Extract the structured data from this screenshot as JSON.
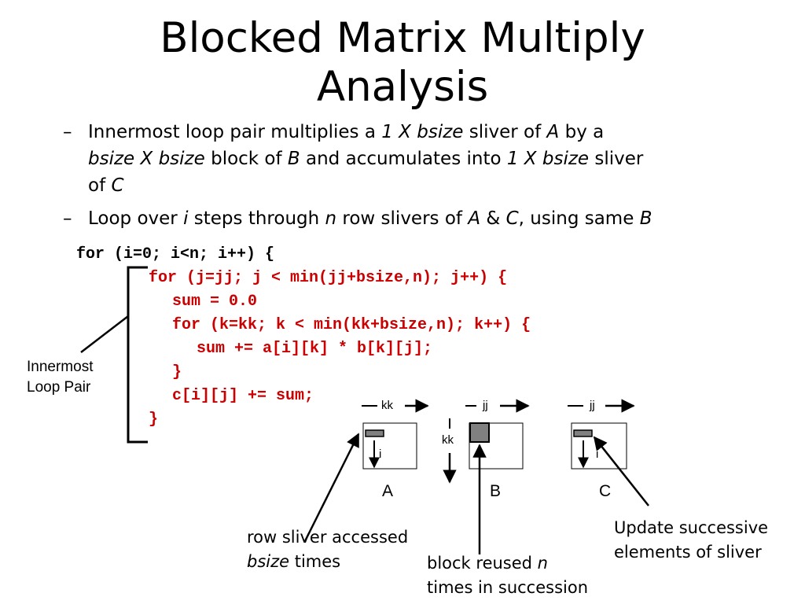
{
  "title": {
    "line1": "Blocked Matrix Multiply",
    "line2": "Analysis"
  },
  "bullets": [
    {
      "dash": "–",
      "line1": [
        "Innermost loop pair multiplies a ",
        "1 X bsize",
        " sliver of ",
        "A",
        " by a"
      ],
      "line2": [
        "bsize X bsize",
        " block of ",
        "B",
        " and accumulates into ",
        "1 X bsize",
        " sliver"
      ],
      "line3": [
        "of ",
        "C"
      ]
    },
    {
      "dash": "–",
      "line1": [
        "Loop over ",
        "i",
        " steps through ",
        "n",
        " row slivers of ",
        "A",
        " & ",
        "C",
        ", using same ",
        "B"
      ]
    }
  ],
  "code": {
    "lines": [
      "for (i=0; i<n; i++) {",
      "for (j=jj; j < min(jj+bsize,n); j++) {",
      "sum = 0.0",
      "for (k=kk; k < min(kk+bsize,n); k++) {",
      "sum += a[i][k] * b[k][j];",
      "}",
      "c[i][j] += sum;",
      "}"
    ]
  },
  "bracket_label": {
    "line1": "Innermost",
    "line2": "Loop Pair"
  },
  "matrices": {
    "a": {
      "name": "A",
      "col_label": "kk",
      "row_label": "i"
    },
    "b": {
      "name": "B",
      "col_label": "jj",
      "row_label": "kk"
    },
    "c": {
      "name": "C",
      "col_label": "jj",
      "row_label": "i"
    }
  },
  "annotations": {
    "row_sliver": {
      "line1": "row sliver accessed",
      "line2_em": "bsize",
      "line2_rest": " times"
    },
    "block_reused": {
      "line1_rest": "block reused ",
      "line1_em": "n",
      "line2": "times in succession"
    },
    "update": {
      "line1": "Update successive",
      "line2": "elements of sliver"
    }
  },
  "colors": {
    "code_red": "#cc0000",
    "block_gray": "#808080"
  }
}
